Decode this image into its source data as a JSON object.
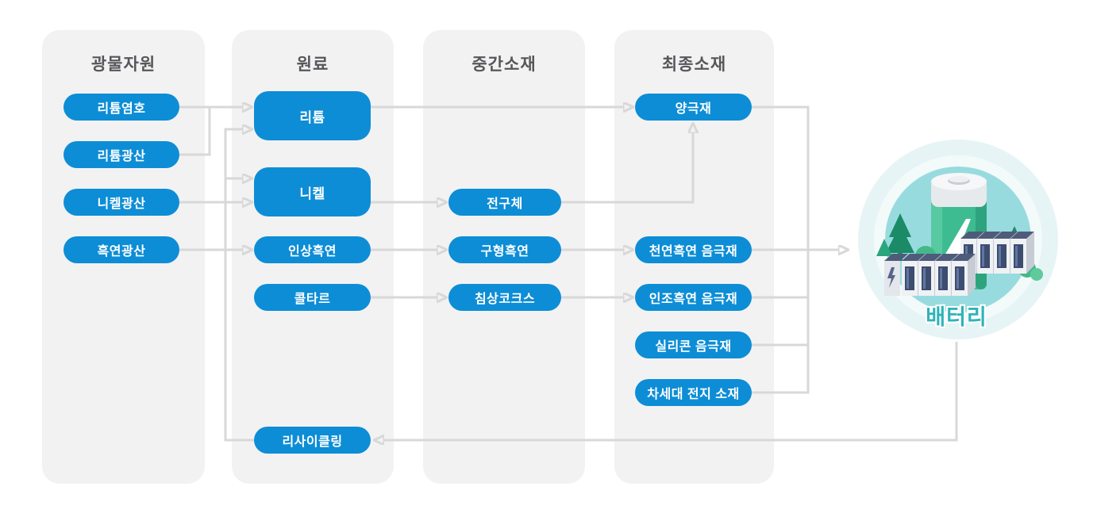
{
  "columns": [
    {
      "header": "광물자원",
      "items": [
        {
          "label": "리튬염호"
        },
        {
          "label": "리튬광산"
        },
        {
          "label": "니켈광산"
        },
        {
          "label": "흑연광산"
        }
      ]
    },
    {
      "header": "원료",
      "items": [
        {
          "label": "리튬"
        },
        {
          "label": "니켈"
        },
        {
          "label": "인상흑연"
        },
        {
          "label": "콜타르"
        },
        {
          "label": "리사이클링"
        }
      ]
    },
    {
      "header": "중간소재",
      "items": [
        {
          "label": "전구체"
        },
        {
          "label": "구형흑연"
        },
        {
          "label": "침상코크스"
        }
      ]
    },
    {
      "header": "최종소재",
      "items": [
        {
          "label": "양극재"
        },
        {
          "label": "천연흑연 음극재"
        },
        {
          "label": "인조흑연 음극재"
        },
        {
          "label": "실리콘 음극재"
        },
        {
          "label": "차세대 전지 소재"
        }
      ]
    }
  ],
  "battery": {
    "label": "배터리",
    "icon": "battery-energy-storage-illustration"
  },
  "connections": [
    {
      "from": "리튬염호",
      "to": "리튬"
    },
    {
      "from": "리튬광산",
      "to": "리튬"
    },
    {
      "from": "니켈광산",
      "to": "니켈"
    },
    {
      "from": "흑연광산",
      "to": "인상흑연"
    },
    {
      "from": "리튬",
      "to": "양극재"
    },
    {
      "from": "니켈",
      "to": "전구체"
    },
    {
      "from": "인상흑연",
      "to": "구형흑연"
    },
    {
      "from": "콜타르",
      "to": "침상코크스"
    },
    {
      "from": "전구체",
      "to": "양극재"
    },
    {
      "from": "구형흑연",
      "to": "천연흑연 음극재"
    },
    {
      "from": "침상코크스",
      "to": "인조흑연 음극재"
    },
    {
      "from": "양극재",
      "to": "배터리"
    },
    {
      "from": "천연흑연 음극재",
      "to": "배터리"
    },
    {
      "from": "인조흑연 음극재",
      "to": "배터리"
    },
    {
      "from": "실리콘 음극재",
      "to": "배터리"
    },
    {
      "from": "차세대 전지 소재",
      "to": "배터리"
    },
    {
      "from": "배터리",
      "to": "리사이클링"
    },
    {
      "from": "리사이클링",
      "to": "리튬"
    },
    {
      "from": "리사이클링",
      "to": "니켈"
    }
  ],
  "colors": {
    "node_blue": "#0d8dd6",
    "column_background": "#f2f2f3",
    "header_text": "#56575a",
    "arrow_gray": "#d8d8d8",
    "battery_label_teal": "#2fb3b9",
    "battery_green": "#3ebc91",
    "circle_teal": "#98dbdf"
  }
}
